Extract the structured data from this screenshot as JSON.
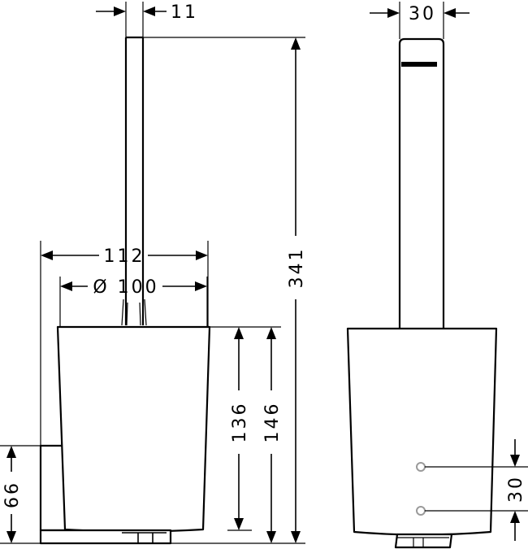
{
  "drawing": {
    "views": [
      "side-view",
      "front-view"
    ],
    "dimensions": {
      "handle_width": "11",
      "handle_depth": "30",
      "container_width": "112",
      "container_diameter": "Ø 100",
      "total_height": "341",
      "container_height": "146",
      "container_inner_height": "136",
      "holder_height": "66",
      "hole_spacing": "30"
    }
  }
}
